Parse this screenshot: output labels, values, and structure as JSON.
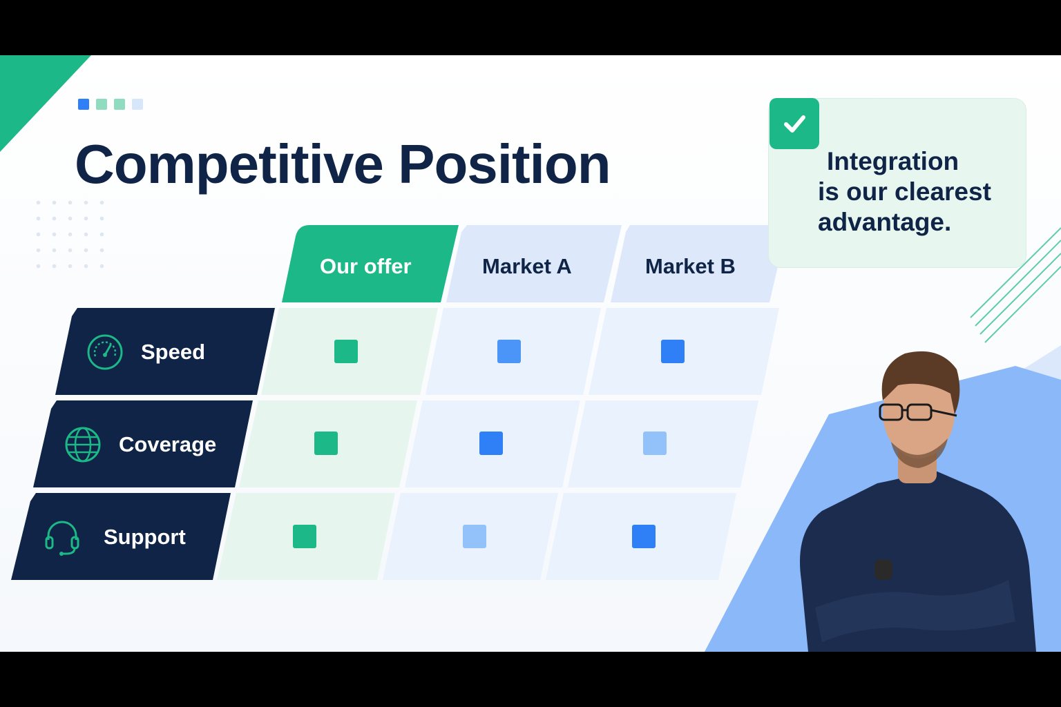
{
  "title": "Competitive Position",
  "callout": {
    "lines": [
      "Integration",
      "is our clearest",
      "advantage."
    ],
    "icon": "check-icon"
  },
  "columns": [
    "Our offer",
    "Market A",
    "Market B"
  ],
  "rows": [
    {
      "label": "Speed",
      "icon": "speedometer-icon"
    },
    {
      "label": "Coverage",
      "icon": "globe-icon"
    },
    {
      "label": "Support",
      "icon": "headset-icon"
    }
  ],
  "colors": {
    "navy": "#0f2446",
    "green": "#1db887",
    "blue": "#2f80f6",
    "mid_blue": "#4a95f7",
    "light_blue": "#93c2fb",
    "deco_squares": [
      "#2f80f6",
      "#8fdcc0",
      "#8fdcc0",
      "#d7e6fb"
    ]
  },
  "matrix": [
    [
      "#1db887",
      "#4a95f7",
      "#2f80f6"
    ],
    [
      "#1db887",
      "#2f80f6",
      "#93c2fb"
    ],
    [
      "#1db887",
      "#93c2fb",
      "#2f80f6"
    ]
  ]
}
